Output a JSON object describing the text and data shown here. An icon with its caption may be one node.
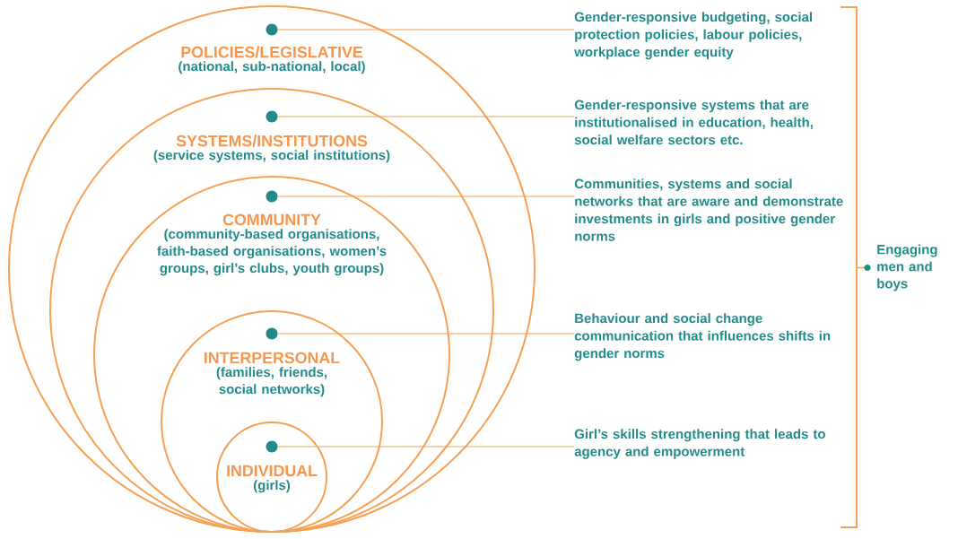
{
  "diagram": {
    "nodes": [
      {
        "text": [
          "POLICIES/LEGISLATIVE",
          "(national, sub-national, local)"
        ]
      },
      {
        "text": [],
        "shape": "circle",
        "in": 0
      },
      {
        "text": [
          "SYSTEMS/INSTITUTIONS",
          "(service systems, social institutions)"
        ],
        "in": 0
      },
      {
        "text": [],
        "shape": "circle",
        "in": 2
      },
      {
        "text": [
          "COMMUNITY",
          "(community-based organisations, faith-based organisations, women’s groups, girl’s clubs, youth groups)"
        ],
        "in": 2
      },
      {
        "text": [],
        "shape": "circle",
        "in": 4
      },
      {
        "text": [
          "INTERPERSONAL",
          "(families, friends, social networks)"
        ],
        "in": 4
      },
      {
        "text": [],
        "shape": "circle",
        "in": 6
      },
      {
        "text": [
          "INDIVIDUAL",
          "(girls)"
        ],
        "in": 6
      },
      {
        "text": [],
        "shape": "circle",
        "in": 8
      },
      {
        "text": [
          "Gender-responsive budgeting, social protection policies, labour policies, workplace gender equity"
        ]
      },
      {
        "text": [
          "Gender-responsive systems that are institutionalised in education, health, social welfare sectors etc."
        ]
      },
      {
        "text": [
          "Communities, systems and social networks that are aware and demonstrate investments in girls and positive gender norms"
        ]
      },
      {
        "text": [
          "Behaviour and social change communication that influences shifts in gender norms"
        ]
      },
      {
        "text": [
          "Girl’s skills strengthening that leads to agency and empowerment"
        ]
      }
    ],
    "edges": [
      {
        "from": 1,
        "to": 10,
        "arrow": "none"
      },
      {
        "from": 3,
        "to": 11,
        "arrow": "none"
      },
      {
        "from": 5,
        "to": 12,
        "arrow": "none"
      },
      {
        "from": 7,
        "to": 13,
        "arrow": "none"
      },
      {
        "from": 9,
        "to": 14,
        "arrow": "none"
      }
    ],
    "labels": [
      "Engaging men and boys"
    ]
  }
}
